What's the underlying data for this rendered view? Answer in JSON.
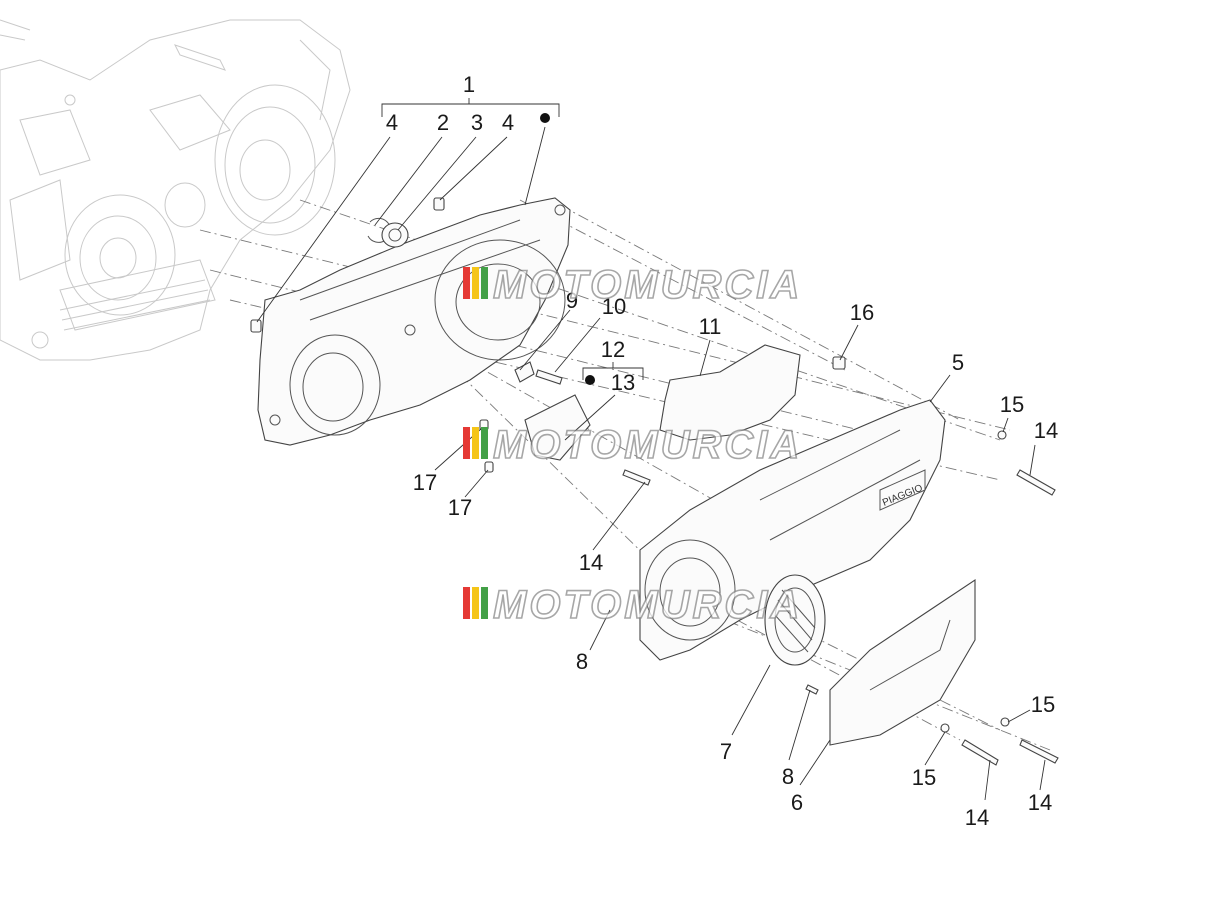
{
  "callouts": [
    {
      "id": "c1",
      "text": "1"
    },
    {
      "id": "c4a",
      "text": "4"
    },
    {
      "id": "c2",
      "text": "2"
    },
    {
      "id": "c3",
      "text": "3"
    },
    {
      "id": "c4b",
      "text": "4"
    },
    {
      "id": "c9",
      "text": "9"
    },
    {
      "id": "c10",
      "text": "10"
    },
    {
      "id": "c11",
      "text": "11"
    },
    {
      "id": "c12",
      "text": "12"
    },
    {
      "id": "c13",
      "text": "13"
    },
    {
      "id": "c16",
      "text": "16"
    },
    {
      "id": "c5",
      "text": "5"
    },
    {
      "id": "c15a",
      "text": "15"
    },
    {
      "id": "c14a",
      "text": "14"
    },
    {
      "id": "c17a",
      "text": "17"
    },
    {
      "id": "c17b",
      "text": "17"
    },
    {
      "id": "c14b",
      "text": "14"
    },
    {
      "id": "c8a",
      "text": "8"
    },
    {
      "id": "c7",
      "text": "7"
    },
    {
      "id": "c8b",
      "text": "8"
    },
    {
      "id": "c6",
      "text": "6"
    },
    {
      "id": "c15b",
      "text": "15"
    },
    {
      "id": "c15c",
      "text": "15"
    },
    {
      "id": "c14c",
      "text": "14"
    },
    {
      "id": "c14d",
      "text": "14"
    }
  ],
  "cover_brand": "PIAGGIO",
  "watermark": "MOTOMURCIA",
  "colors": {
    "watermark_stripes": [
      "#e53935",
      "#f5c518",
      "#43a047"
    ],
    "line": "#333333",
    "faint": "#c9c9c9"
  }
}
